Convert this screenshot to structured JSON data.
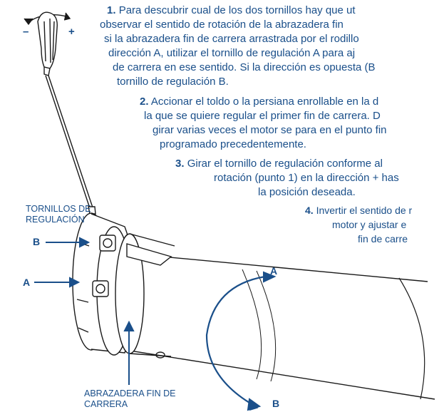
{
  "steps": [
    {
      "num": "1.",
      "lines": [
        "Para descubrir cual de los dos tornillos hay que ut",
        "observar el sentido de rotación de la abrazadera fin",
        "si la abrazadera fin de carrera arrastrada por el rodillo",
        "dirección A, utilizar el tornillo de regulación A para aj",
        "de carrera en ese sentido. Si la dirección es opuesta (B",
        "tornillo de regulación B."
      ]
    },
    {
      "num": "2.",
      "lines": [
        "Accionar el toldo o la persiana enrollable en la d",
        "la que se quiere regular el primer fin de carrera. D",
        "girar varias veces el motor se para en el punto fin",
        "programado precedentemente."
      ]
    },
    {
      "num": "3.",
      "lines": [
        "Girar el tornillo de regulación conforme al",
        "rotación (punto 1) en la dirección + has",
        "la posición deseada."
      ]
    },
    {
      "num": "4.",
      "lines": [
        "Invertir el sentido de r",
        "motor y ajustar e",
        "fin de carre"
      ]
    }
  ],
  "labels": {
    "screws": [
      "TORNILLOS DE",
      "REGULACIÓN"
    ],
    "clamp": [
      "ABRAZADERA FIN DE",
      "CARRERA"
    ],
    "screw_a": "A",
    "screw_b": "B",
    "rotation_a": "A",
    "rotation_b": "B",
    "minus": "–",
    "plus": "+"
  },
  "colors": {
    "accent": "#1a4f8a",
    "outline": "#1a1a1a"
  }
}
